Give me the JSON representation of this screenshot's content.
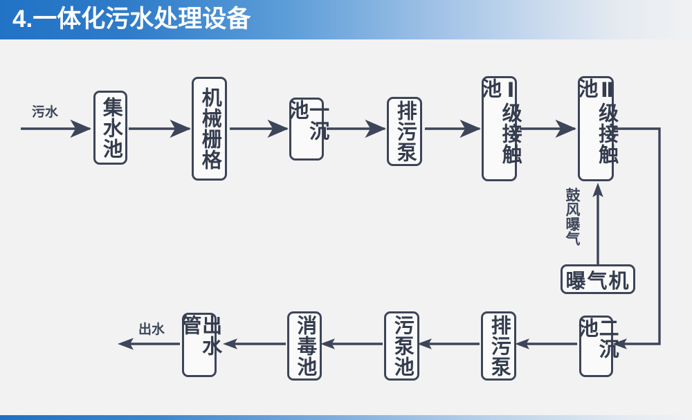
{
  "header": {
    "title": "4.一体化污水处理设备",
    "accent_color": "#2173c6",
    "text_color": "#ffffff"
  },
  "footer": {
    "accent_color": "#1f70c4"
  },
  "diagram": {
    "line_color": "#3c4559",
    "box_fill": "#fafafa",
    "background": "#f2f2f2",
    "nodes": [
      {
        "id": "collection-tank",
        "label": "集水池",
        "orientation": "vertical"
      },
      {
        "id": "mechanical-grating",
        "label": "机械栅格",
        "orientation": "vertical"
      },
      {
        "id": "primary-sed-tank",
        "label": "一沉池",
        "orientation": "vertical"
      },
      {
        "id": "sewage-pump-top",
        "label": "排污泵",
        "orientation": "vertical"
      },
      {
        "id": "contact-tank-1",
        "label": "Ⅰ级接触池",
        "orientation": "vertical"
      },
      {
        "id": "contact-tank-2",
        "label": "Ⅱ级接触池",
        "orientation": "vertical"
      },
      {
        "id": "aerator",
        "label": "曝气机",
        "orientation": "horizontal"
      },
      {
        "id": "secondary-sed-tank",
        "label": "二沉池",
        "orientation": "vertical"
      },
      {
        "id": "sewage-pump-bottom",
        "label": "排污泵",
        "orientation": "vertical"
      },
      {
        "id": "sludge-pump-tank",
        "label": "污泵池",
        "orientation": "vertical"
      },
      {
        "id": "disinfection-tank",
        "label": "消毒池",
        "orientation": "vertical"
      },
      {
        "id": "outlet-pipe",
        "label": "出水管",
        "orientation": "vertical"
      }
    ],
    "labels": {
      "inlet": "污水",
      "outlet": "出水",
      "aeration": "鼓风曝气"
    }
  }
}
